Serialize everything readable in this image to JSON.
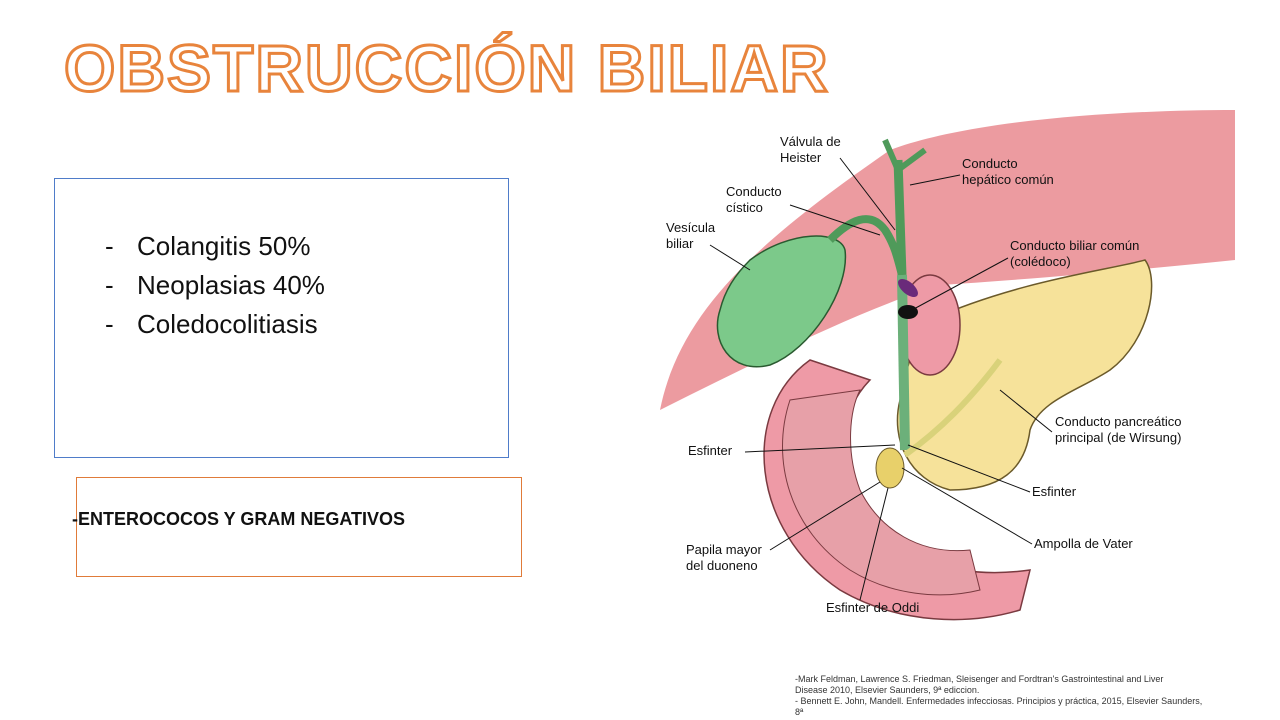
{
  "title": "OBSTRUCCIÓN BILIAR",
  "causes": [
    {
      "dash": "-",
      "text": "Colangitis 50%"
    },
    {
      "dash": "-",
      "text": "Neoplasias 40%"
    },
    {
      "dash": "-",
      "text": "Coledocolitiasis"
    }
  ],
  "bacteria": "-ENTEROCOCOS Y GRAM NEGATIVOS",
  "figure_labels": {
    "valvula_1": "Válvula de",
    "valvula_2": "Heister",
    "cistico_1": "Conducto",
    "cistico_2": "cístico",
    "vesicula_1": "Vesícula",
    "vesicula_2": "biliar",
    "hepatico_1": "Conducto",
    "hepatico_2": "hepático común",
    "coledoco_1": "Conducto biliar común",
    "coledoco_2": "(colédoco)",
    "wirsung_1": "Conducto pancreático",
    "wirsung_2": "principal (de Wirsung)",
    "esfinter_left": "Esfinter",
    "esfinter_right": "Esfinter",
    "ampolla": "Ampolla de Vater",
    "papila_1": "Papila mayor",
    "papila_2": "del duoneno",
    "oddi": "Esfinter de Oddi"
  },
  "references": [
    "-Mark Feldman, Lawrence S. Friedman, Sleisenger and Fordtran's Gastrointestinal and Liver",
    "Disease 2010, Elsevier Saunders, 9ª ediccion.",
    "- Bennett E. John, Mandell. Enfermedades infecciosas. Principios y práctica, 2015, Elsevier Saunders,",
    "8ª"
  ],
  "colors": {
    "title_outline": "#e8843c",
    "blue_box": "#4f7cc9",
    "orange_box": "#e07b39",
    "liver": "#e98a8f",
    "gallbladder": "#7cc98a",
    "pancreas": "#f6e29a",
    "duodenum": "#ee9aa6"
  }
}
